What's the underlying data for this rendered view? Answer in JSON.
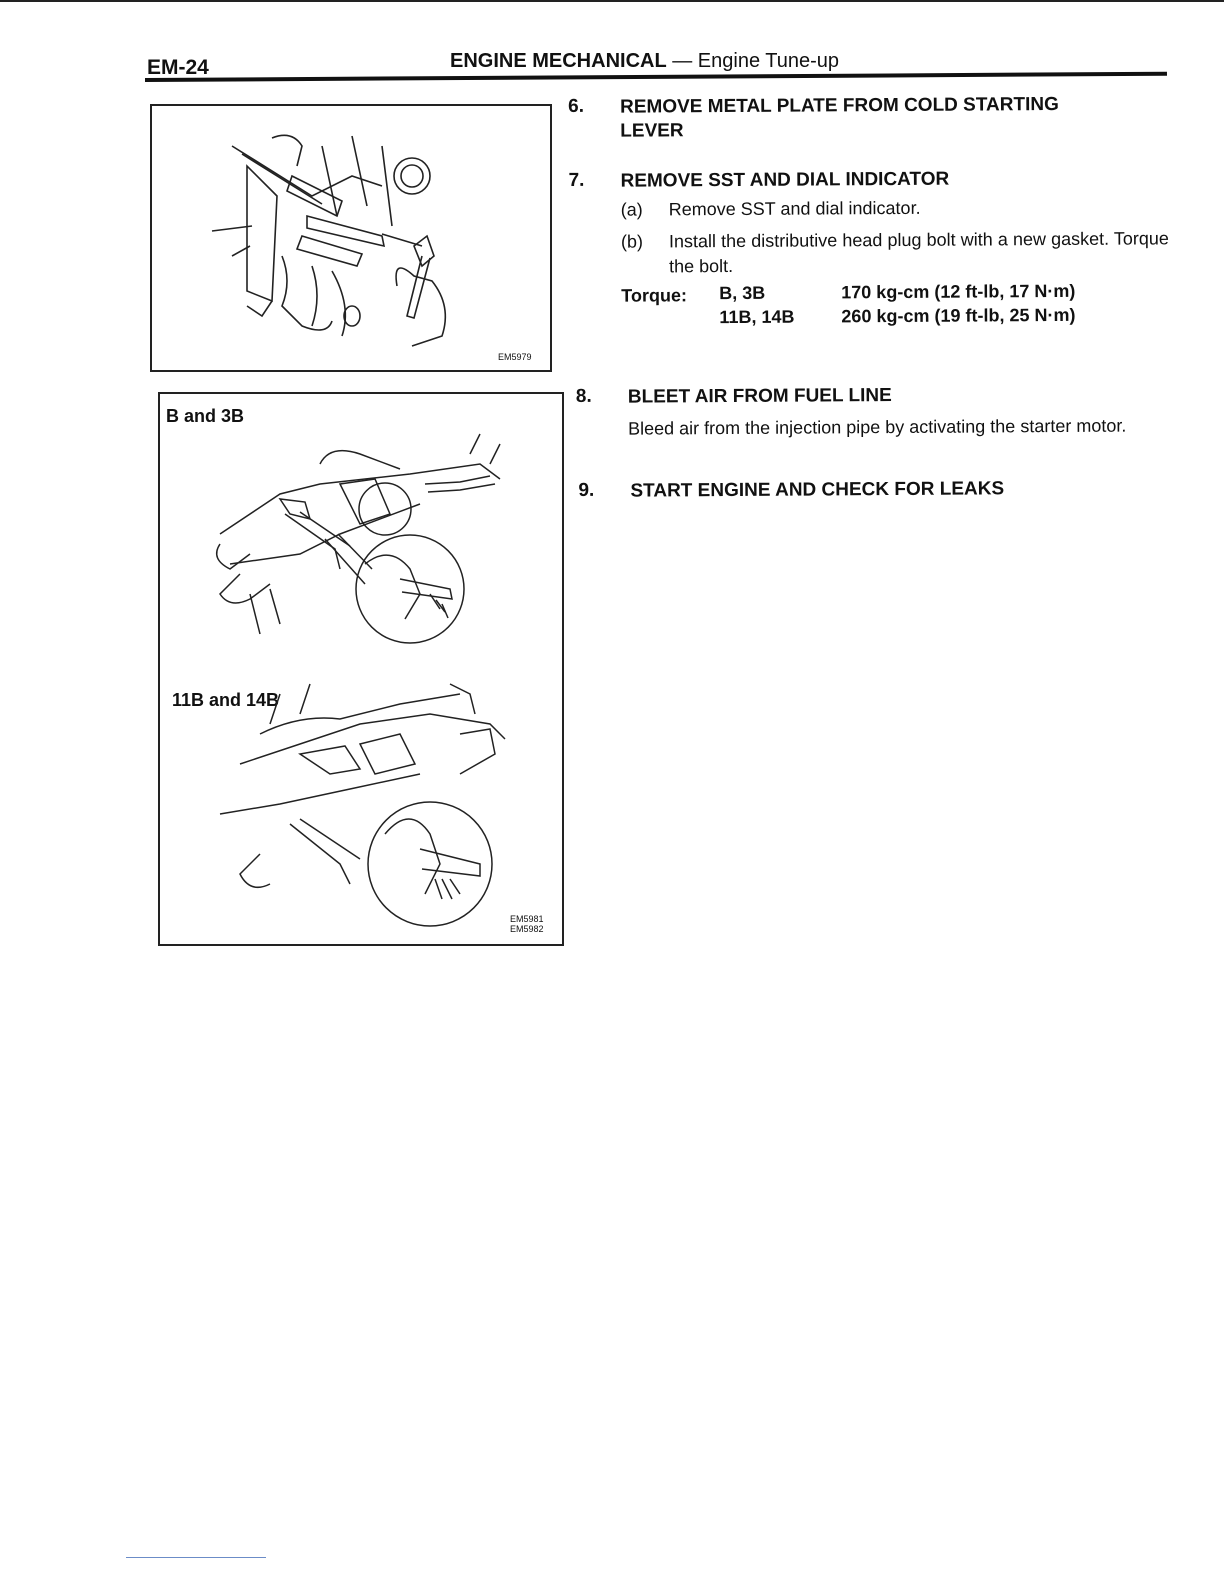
{
  "header": {
    "page_id": "EM-24",
    "section": "ENGINE MECHANICAL",
    "separator": " — ",
    "subsection": "Engine Tune-up"
  },
  "figures": [
    {
      "code": "EM5979"
    },
    {
      "label_top": "B and 3B",
      "label_bottom": "11B and 14B",
      "codes": [
        "EM5981",
        "EM5982"
      ]
    }
  ],
  "steps": [
    {
      "num": "6.",
      "title": "REMOVE METAL PLATE FROM COLD STARTING LEVER"
    },
    {
      "num": "7.",
      "title": "REMOVE SST AND DIAL INDICATOR",
      "subs": [
        {
          "letter": "(a)",
          "text": "Remove SST and dial indicator."
        },
        {
          "letter": "(b)",
          "text": "Install the distributive head plug bolt with a new gasket. Torque the bolt."
        }
      ],
      "torque": {
        "label": "Torque:",
        "rows": [
          {
            "engine": "B, 3B",
            "value": "170 kg-cm (12 ft-lb, 17 N·m)"
          },
          {
            "engine": "11B, 14B",
            "value": "260 kg-cm (19 ft-lb, 25 N·m)"
          }
        ]
      }
    },
    {
      "num": "8.",
      "title": "BLEET AIR FROM FUEL LINE",
      "body": "Bleed air from the injection pipe by activating the starter motor."
    },
    {
      "num": "9.",
      "title": "START ENGINE AND CHECK FOR LEAKS"
    }
  ]
}
